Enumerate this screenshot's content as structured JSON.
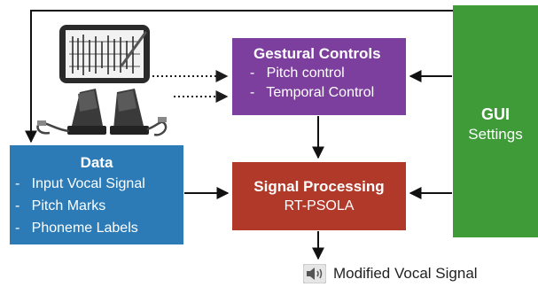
{
  "gestural": {
    "title": "Gestural Controls",
    "items": [
      "Pitch control",
      "Temporal Control"
    ]
  },
  "processing": {
    "title": "Signal Processing",
    "subtitle": "RT-PSOLA"
  },
  "data_box": {
    "title": "Data",
    "items": [
      "Input Vocal Signal",
      "Pitch Marks",
      "Phoneme Labels"
    ]
  },
  "gui": {
    "title": "GUI",
    "subtitle": "Settings"
  },
  "output": {
    "label": "Modified Vocal Signal",
    "icon": "speaker-icon"
  },
  "bullet": "-",
  "devices": [
    "graphics-tablet-icon",
    "foot-pedal-icon"
  ],
  "colors": {
    "gestural": "#7d3f9e",
    "processing": "#b0392a",
    "data": "#2c7bb6",
    "gui": "#3e9b38",
    "arrow": "#111111"
  }
}
